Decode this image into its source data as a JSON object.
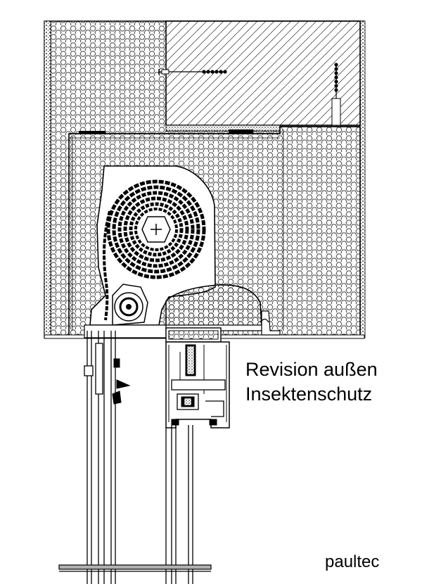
{
  "labels": {
    "line1": "Revision außen",
    "line2": "Insektenschutz",
    "brand": "paultec"
  },
  "colors": {
    "ink": "#000000",
    "paper": "#ffffff",
    "sill": "#b0b0b0"
  }
}
